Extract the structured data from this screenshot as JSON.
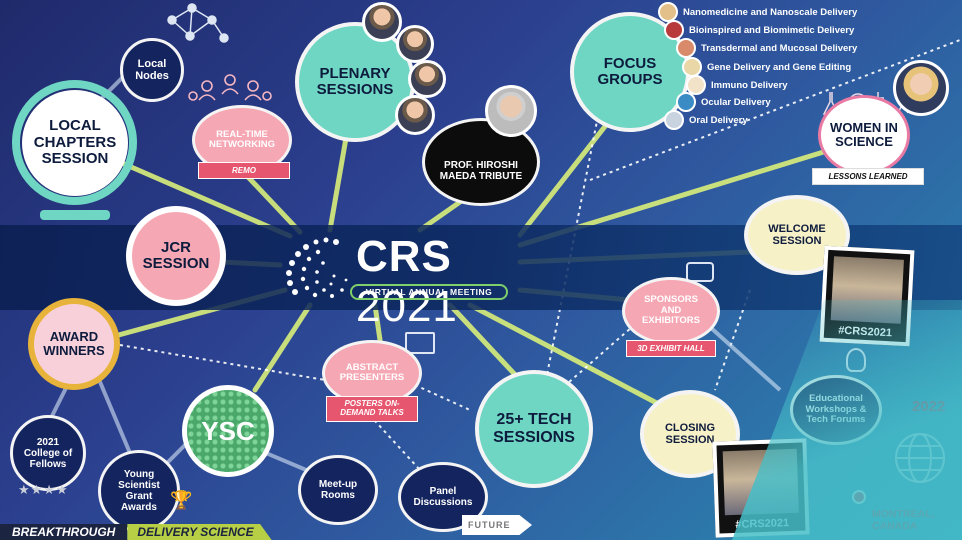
{
  "hub": {
    "brand": "CRS",
    "year": "2021",
    "subtitle": "VIRTUAL ANNUAL MEETING"
  },
  "nodes": {
    "local_nodes": "Local Nodes",
    "local_chapters": "LOCAL CHAPTERS SESSION",
    "plenary": "PLENARY SESSIONS",
    "realtime_networking": "REAL-TIME NETWORKING",
    "remo": "REMO",
    "maeda": "PROF. HIROSHI MAEDA TRIBUTE",
    "focus_groups": "FOCUS GROUPS",
    "women_in_science": "WOMEN IN SCIENCE",
    "lessons_learned": "LESSONS LEARNED",
    "jcr": "JCR SESSION",
    "welcome": "WELCOME SESSION",
    "award_winners": "AWARD WINNERS",
    "sponsors": "SPONSORS AND EXHIBITORS",
    "exhibit_hall": "3D EXHIBIT HALL",
    "abstract_presenters": "ABSTRACT PRESENTERS",
    "posters": "POSTERS ON-DEMAND TALKS",
    "tech_sessions": "25+ TECH SESSIONS",
    "closing": "CLOSING SESSION",
    "ysc": "YSC",
    "college_fellows": "2021 College of Fellows",
    "young_scientist": "Young Scientist Grant Awards",
    "meetup": "Meet-up Rooms",
    "panel": "Panel Discussions",
    "educational": "Educational Workshops & Tech Forums"
  },
  "focus_list": [
    {
      "label": "Nanomedicine and Nanoscale Delivery",
      "color": "#e3c08a"
    },
    {
      "label": "Bioinspired and Biomimetic Delivery",
      "color": "#b83a3a"
    },
    {
      "label": "Transdermal and Mucosal Delivery",
      "color": "#d98a6a"
    },
    {
      "label": "Gene Delivery and Gene Editing",
      "color": "#e9d7a8"
    },
    {
      "label": "Immuno Delivery",
      "color": "#f1e2c8"
    },
    {
      "label": "Ocular Delivery",
      "color": "#3b8bc4"
    },
    {
      "label": "Oral Delivery",
      "color": "#c9d3e0"
    }
  ],
  "hashtag": "#CRS2021",
  "footer": {
    "breakthrough": "BREAKTHROUGH",
    "delivery_science": "DELIVERY SCIENCE",
    "future": "FUTURE"
  },
  "next_meeting": {
    "year": "2022",
    "place_line1": "MONTREAL,",
    "place_line2": "CANADA"
  }
}
